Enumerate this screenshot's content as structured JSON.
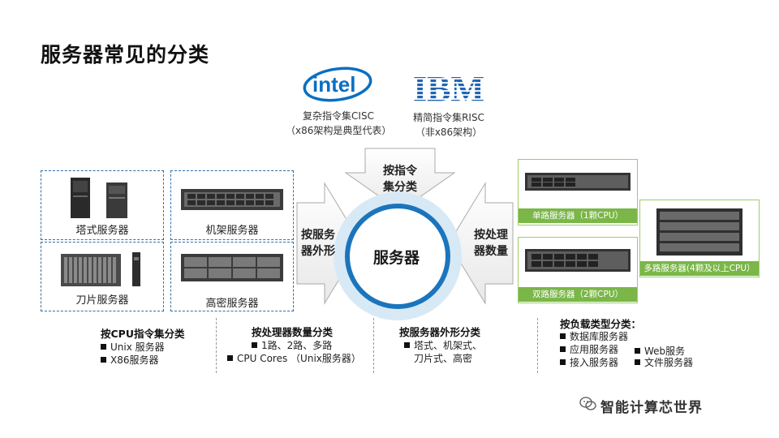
{
  "title": "服务器常见的分类",
  "intel": {
    "logo_text": "intel",
    "caption1": "复杂指令集CISC",
    "caption2": "（x86架构是典型代表）"
  },
  "ibm": {
    "logo_text": "IBM",
    "caption1": "精简指令集RISC",
    "caption2": "（非x86架构）"
  },
  "center": "服务器",
  "arrows": {
    "top": [
      "按指令",
      "集分类"
    ],
    "left": [
      "按服务",
      "器外形"
    ],
    "right": [
      "按处理",
      "器数量"
    ]
  },
  "form_boxes": [
    {
      "label": "塔式服务器"
    },
    {
      "label": "机架服务器"
    },
    {
      "label": "刀片服务器"
    },
    {
      "label": "高密服务器"
    }
  ],
  "cpu_boxes": [
    {
      "label": "单路服务器（1颗CPU）"
    },
    {
      "label": "双路服务器（2颗CPU）"
    },
    {
      "label": "多路服务器(4颗及以上CPU）"
    }
  ],
  "groups": [
    {
      "heading": "按CPU指令集分类",
      "items": [
        "Unix 服务器",
        "X86服务器"
      ]
    },
    {
      "heading": "按处理器数量分类",
      "items": [
        "1路、2路、多路",
        "CPU Cores （Unix服务器）"
      ]
    },
    {
      "heading": "按服务器外形分类",
      "items": [
        "塔式、机架式、",
        "刀片式、高密"
      ]
    },
    {
      "heading": "按负载类型分类：",
      "items": [
        "数据库服务器",
        "应用服务器",
        "接入服务器",
        "Web服务",
        "文件服务器"
      ]
    }
  ],
  "watermark": "智能计算芯世界",
  "colors": {
    "ring": "#1b75bc",
    "ring_glow": "#d6e8f5",
    "green": "#7ab648",
    "blue_dash": "#2f6fa8"
  }
}
